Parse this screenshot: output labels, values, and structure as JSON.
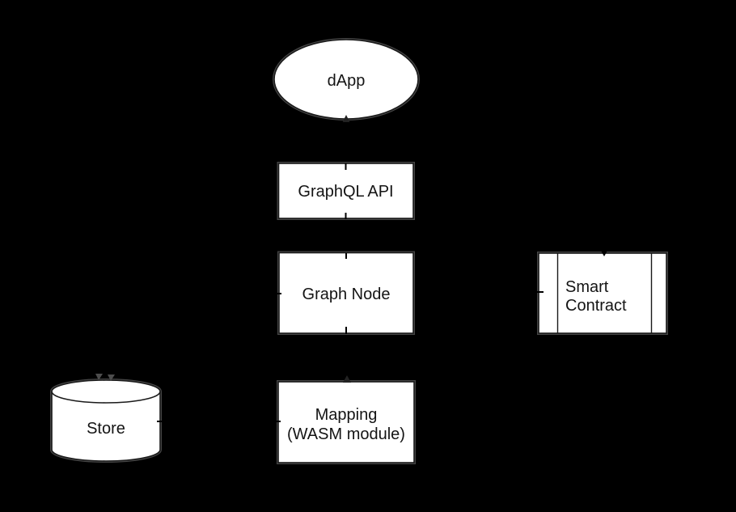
{
  "canvas": {
    "background": "#000000",
    "node_fill": "#ffffff",
    "node_stroke": "#1a1a1a",
    "edge_halo": "#8c8c8c",
    "text_color": "#141414"
  },
  "nodes": {
    "dapp": {
      "label": "dApp",
      "shape": "ellipse"
    },
    "graphql_api": {
      "label": "GraphQL API",
      "shape": "rectangle"
    },
    "graph_node": {
      "label": "Graph Node",
      "shape": "rectangle"
    },
    "smart_contract": {
      "line1": "Smart",
      "line2": "Contract",
      "shape": "component-rectangle"
    },
    "store": {
      "label": "Store",
      "shape": "cylinder"
    },
    "mapping": {
      "line1": "Mapping",
      "line2": "(WASM module)",
      "shape": "rectangle"
    }
  }
}
